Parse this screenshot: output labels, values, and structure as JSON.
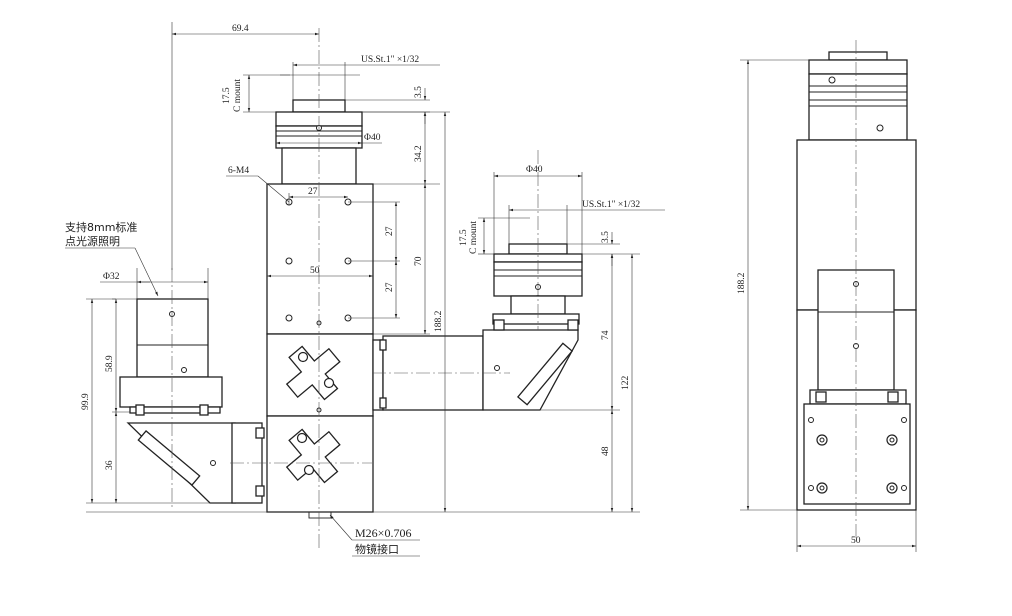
{
  "front_view": {
    "dims": {
      "width_69_4": "69.4",
      "thread_top": "US.St.1\" ×1/32",
      "c_mount_17_5": "17.5",
      "c_mount_label": "C mount",
      "offset_3_5": "3.5",
      "dia_40_top": "Φ40",
      "height_34_2": "34.2",
      "holes_label": "6-M4",
      "pitch_27_h": "27",
      "pitch_27_v1": "27",
      "pitch_27_v2": "27",
      "span_50_h": "50",
      "span_70_v": "70",
      "height_188_2": "188.2",
      "illum_dia_32": "Φ32",
      "illum_58_9": "58.9",
      "illum_99_9": "99.9",
      "illum_36": "36"
    },
    "illum_note": [
      "支持8mm标准",
      "点光源照明"
    ],
    "objective_note": [
      "M26×0.706",
      "物镜接口"
    ]
  },
  "side_port": {
    "dims": {
      "dia_40": "Φ40",
      "thread": "US.St.1\" ×1/32",
      "c_mount_17_5": "17.5",
      "c_mount_label": "C mount",
      "offset_3_5": "3.5",
      "height_74": "74",
      "height_122": "122",
      "height_48": "48"
    }
  },
  "side_view": {
    "dims": {
      "height_188_2": "188.2",
      "width_50": "50"
    }
  }
}
